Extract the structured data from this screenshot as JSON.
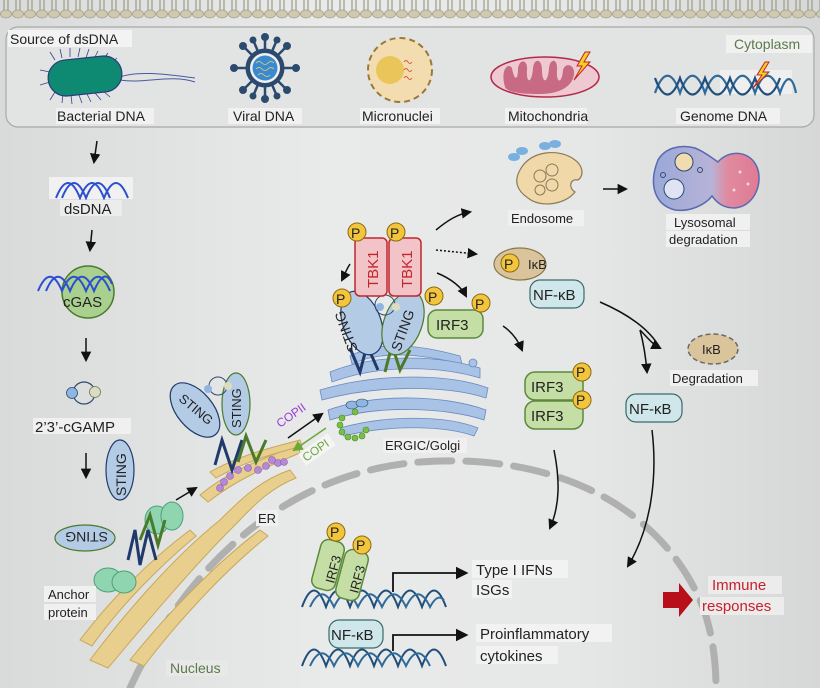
{
  "membrane": {
    "label": ""
  },
  "sources": {
    "title": "Source of dsDNA",
    "compartment": "Cytoplasm",
    "items": [
      {
        "label": "Bacterial DNA",
        "icon": "bacterium-icon"
      },
      {
        "label": "Viral DNA",
        "icon": "virus-icon"
      },
      {
        "label": "Micronuclei",
        "icon": "micronucleus-icon"
      },
      {
        "label": "Mitochondria",
        "icon": "mitochondrion-icon"
      },
      {
        "label": "Genome DNA",
        "icon": "damaged-dna-icon"
      }
    ]
  },
  "pathway": {
    "dsdna": "dsDNA",
    "cgas": "cGAS",
    "cgamp": "2’3’-cGAMP",
    "sting": "STING",
    "anchor": [
      "Anchor",
      "protein"
    ],
    "er": "ER",
    "copii": "COPII",
    "copi": "COPI",
    "golgi": "ERGIC/Golgi",
    "tbk1": "TBK1",
    "irf3": "IRF3",
    "p": "P",
    "endosome": "Endosome",
    "lysosomal": [
      "Lysosomal",
      "degradation"
    ],
    "ikb": "IκB",
    "nfkb": "NF-κB",
    "degradation": "Degradation",
    "nucleus": "Nucleus",
    "outputs": {
      "type1": [
        "Type I IFNs",
        "ISGs"
      ],
      "proinflam": [
        "Proinflammatory",
        "cytokines"
      ]
    },
    "immune": [
      "Immune",
      "responses"
    ]
  },
  "colors": {
    "dna_blue": "#2b4fd0",
    "dna_navy": "#1f4e79",
    "sting_fill": "#b4cbe6",
    "tbk1_fill": "#f2c4c8",
    "tbk1_stroke": "#c0272d",
    "irf3_fill": "#c4dea5",
    "irf3_stroke": "#5b8a3a",
    "p_fill": "#f2c53d",
    "nfkb_fill": "#cfe6ea",
    "ikb_fill": "#d9c49b",
    "er_fill": "#e8cf8e",
    "golgi_fill": "#a9c3e6",
    "immune_red": "#c8202a",
    "cytoplasm_green": "#5b7a4a"
  }
}
